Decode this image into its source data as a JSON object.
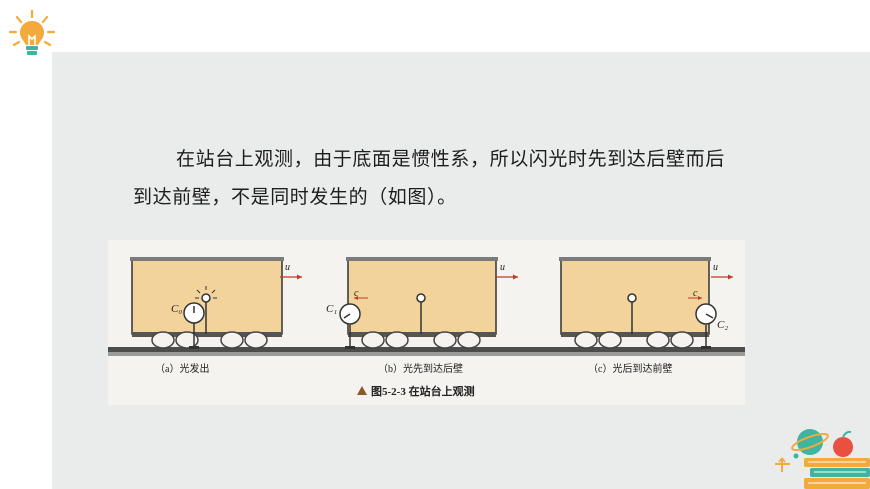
{
  "slide": {
    "paragraph": "在站台上观测，由于底面是惯性系，所以闪光时先到达后壁而后到达前壁，不是同时发生的（如图）。"
  },
  "figure": {
    "caption": "图5-2-3   在站台上观测",
    "panels": [
      {
        "sub_label": "（a）光发出",
        "clock_label": "C₀",
        "velocity_label": "u",
        "light_label": ""
      },
      {
        "sub_label": "（b）光先到达后壁",
        "clock_label": "C₁",
        "velocity_label": "u",
        "light_label": "c"
      },
      {
        "sub_label": "（c）光后到达前壁",
        "clock_label": "C₂",
        "velocity_label": "u",
        "light_label": "c"
      }
    ]
  },
  "icons": {
    "top_left": "lightbulb-icon",
    "bottom_right": "books-globe-apple-icon"
  },
  "colors": {
    "panel_bg": "#eaebeb",
    "figure_bg": "#f4f3ef",
    "wagon_fill": "#f3d39c",
    "bulb_orange": "#f3a93c",
    "bulb_teal": "#3eb4a1"
  }
}
